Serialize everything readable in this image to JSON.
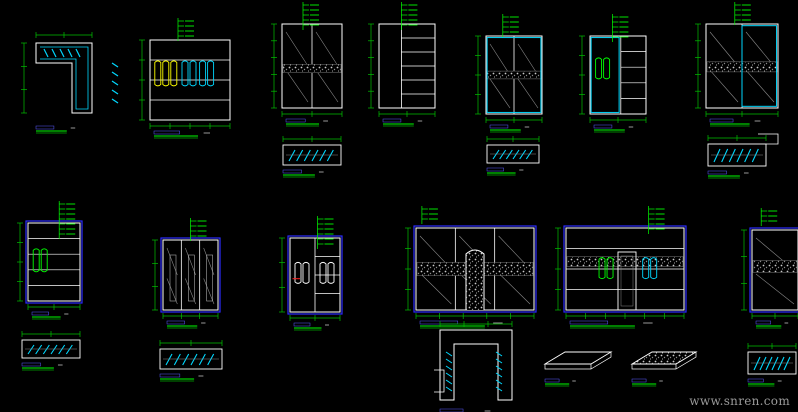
{
  "watermark": "www.snren.com",
  "colors": {
    "background": "#000000",
    "frame": "#ffffff",
    "outline": "#2b2bff",
    "dimension": "#00c000",
    "label": "#00ff00",
    "cyan": "#00d8ff",
    "yellow": "#ffff00",
    "red": "#ff2020",
    "texture": "#c0c0c0"
  },
  "drawings": [
    {
      "id": "wardrobe-corner-plan"
    },
    {
      "id": "wardrobe-open-elevation"
    },
    {
      "id": "wardrobe-door-elevation-1"
    },
    {
      "id": "wardrobe-shelf-elevation"
    },
    {
      "id": "wardrobe-door-elevation-2"
    },
    {
      "id": "wardrobe-hanging-elevation"
    },
    {
      "id": "wardrobe-door-elevation-3"
    },
    {
      "id": "wardrobe-section-1"
    },
    {
      "id": "wardrobe-section-2"
    },
    {
      "id": "wardrobe-section-3"
    },
    {
      "id": "cabinet-elevation-green"
    },
    {
      "id": "cabinet-elevation-doors"
    },
    {
      "id": "cabinet-elevation-hanging"
    },
    {
      "id": "wall-elevation-wide"
    },
    {
      "id": "wall-elevation-cabinets"
    },
    {
      "id": "wall-elevation-right"
    },
    {
      "id": "plan-detail-1"
    },
    {
      "id": "plan-detail-2"
    },
    {
      "id": "plan-detail-3"
    },
    {
      "id": "corner-plan-detail"
    },
    {
      "id": "panel-isometric-1"
    },
    {
      "id": "panel-isometric-2"
    },
    {
      "id": "plan-detail-4"
    }
  ]
}
